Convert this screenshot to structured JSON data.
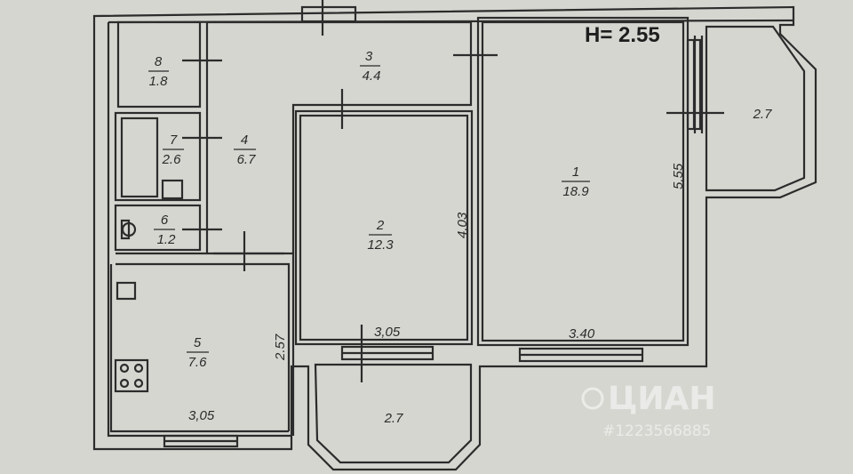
{
  "ceiling_height": "H= 2.55",
  "rooms": [
    {
      "num": "8",
      "area": "1.8"
    },
    {
      "num": "3",
      "area": "4.4"
    },
    {
      "num": "7",
      "area": "2.6"
    },
    {
      "num": "4",
      "area": "6.7"
    },
    {
      "num": "6",
      "area": "1.2"
    },
    {
      "num": "2",
      "area": "12.3"
    },
    {
      "num": "1",
      "area": "18.9"
    },
    {
      "num": "5",
      "area": "7.6"
    }
  ],
  "balconies": [
    {
      "area": "2.7"
    },
    {
      "area": "2.7"
    }
  ],
  "dimensions": {
    "room1_height": "5.55",
    "room2_height": "4.03",
    "room5_height": "2.57",
    "room2_width": "3,05",
    "room1_width": "3.40",
    "room5_width": "3,05"
  },
  "watermark": {
    "brand": "ЦИАН",
    "code": "#1223566885"
  }
}
